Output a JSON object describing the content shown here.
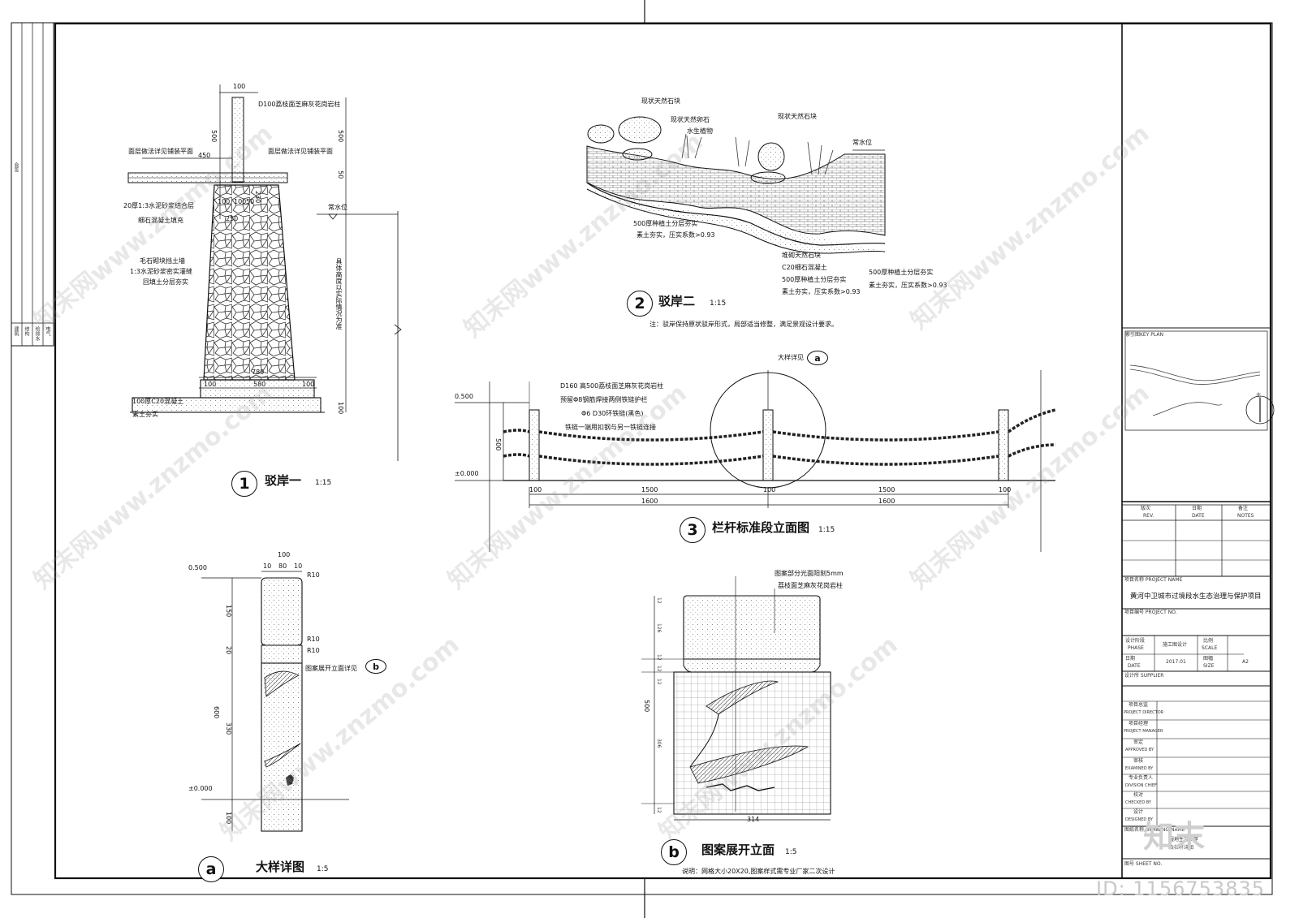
{
  "drawings": {
    "d1": {
      "num": "1",
      "title": "驳岸一",
      "scale": "1:15",
      "labels": [
        "D100荔枝面芝麻灰花岗岩柱",
        "面层做法详见铺装平面",
        "面层做法详见铺装平面",
        "20厚1:3水泥砂浆结合层",
        "细石混凝土填充",
        "毛石砌块挡土墙",
        "1:3水泥砂浆密实灌缝",
        "回填土分层夯实",
        "常水位",
        "具体高度以实际情况为准",
        "100厚C20混凝土",
        "素土夯实"
      ],
      "dims": [
        "100",
        "500",
        "450",
        "50",
        "100",
        "100",
        "50",
        "230",
        "250",
        "780",
        "100",
        "580",
        "100",
        "100",
        "500"
      ]
    },
    "d2": {
      "num": "2",
      "title": "驳岸二",
      "scale": "1:15",
      "labels": [
        "现状天然石块",
        "现状天然卵石",
        "水生植物",
        "现状天然石块",
        "常水位",
        "500厚种植土分层夯实",
        "素土夯实，压实系数>0.93",
        "堆砌天然石块",
        "C20细石混凝土",
        "500厚种植土分层夯实",
        "素土夯实，压实系数>0.93",
        "500厚种植土分层夯实",
        "素土夯实，压实系数>0.93"
      ],
      "note": "注：驳岸保持原状驳岸形式，局部适当修整，满足景观设计要求。"
    },
    "d3": {
      "num": "3",
      "title": "栏杆标准段立面图",
      "scale": "1:15",
      "labels": [
        "D160 高500荔枝面芝麻灰花岗岩柱",
        "预留Φ8钢筋焊接两侧铁链护栏",
        "Φ6 D30环铁链(黑色)",
        "铁链一端用扣钢与另一铁链连接",
        "大样详见",
        "0.500",
        "±0.000",
        "500"
      ],
      "callout": "a",
      "dims": [
        "100",
        "1500",
        "100",
        "1500",
        "100",
        "1600",
        "1600"
      ]
    },
    "da": {
      "num": "a",
      "title": "大样详图",
      "scale": "1:5",
      "labels": [
        "0.500",
        "±0.000",
        "R10",
        "R10",
        "R10",
        "图案展开立面详见"
      ],
      "callout": "b",
      "dims": [
        "100",
        "10",
        "80",
        "10",
        "150",
        "20",
        "600",
        "330",
        "100"
      ]
    },
    "db": {
      "num": "b",
      "title": "图案展开立面",
      "scale": "1:5",
      "labels": [
        "图案部分光面阳刻5mm",
        "荔枝面芝麻灰花岗岩柱",
        "500",
        "314"
      ],
      "note": "说明：网格大小20X20,图案样式需专业厂家二次设计",
      "dims": [
        "12",
        "126",
        "12",
        "12",
        "12",
        "306",
        "12"
      ]
    }
  },
  "title_block": {
    "key_plan": "索引图KEY PLAN",
    "north": "北",
    "rev_headers": [
      {
        "zh": "版次",
        "en": "REV."
      },
      {
        "zh": "日期",
        "en": "DATE"
      },
      {
        "zh": "备注",
        "en": "NOTES"
      }
    ],
    "project_name_label": "项目名称 PROJECT NAME",
    "project_name": "黄河中卫城市过境段水生态治理与保护项目",
    "project_no_label": "项目编号 PROJECT NO.",
    "phase_label": "设计阶段",
    "phase_en": "PHASE",
    "phase_value": "施工图设计",
    "scale_label": "比例",
    "scale_en": "SCALE",
    "date_label": "日期",
    "date_en": "DATE",
    "date_value": "2017.01",
    "size_label": "图幅",
    "size_en": "SIZE",
    "size_value": "A2",
    "design_firm_label": "设计所 SUPPLIER",
    "roles": [
      {
        "zh": "项目总监",
        "en": "PROJECT DIRECTOR"
      },
      {
        "zh": "项目经理",
        "en": "PROJECT MANAGER"
      },
      {
        "zh": "审定",
        "en": "APPROVED BY"
      },
      {
        "zh": "审核",
        "en": "EXAMINED BY"
      },
      {
        "zh": "专业负责人",
        "en": "DIVISION CHIEF"
      },
      {
        "zh": "校对",
        "en": "CHECKED BY"
      },
      {
        "zh": "设计",
        "en": "DESIGNED BY"
      }
    ],
    "drawing_name_label": "图纸名称 DRAWING NAME",
    "drawing_name": "湿地生态驳岸",
    "drawing_name2": "及栏杆详图",
    "sheet_no_label": "图号 SHEET NO."
  },
  "left_strip": {
    "top_label": "会签",
    "rows": [
      "建筑",
      "结构",
      "给排水",
      "电气"
    ]
  },
  "watermark": {
    "text": "知末网www.znzmo.com",
    "logo": "知末",
    "id": "ID: 1156753835"
  }
}
